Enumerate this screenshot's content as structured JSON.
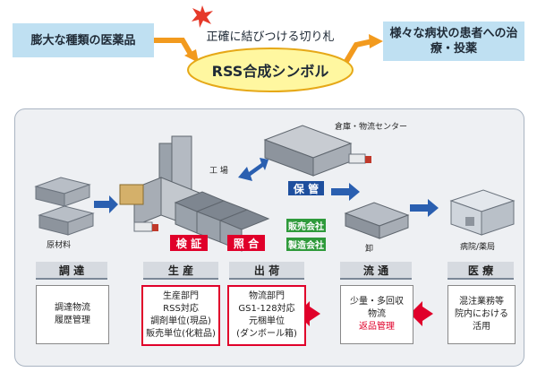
{
  "top": {
    "left_box": "膨大な種類の医薬品",
    "right_box": "様々な病状の患者への治療・投薬",
    "center_caption": "正確に結びつける切り札",
    "center_title": "RSS合成シンボル"
  },
  "scene": {
    "raw_materials": "原材料",
    "factory": "工 場",
    "warehouse": "倉庫・物流センター",
    "storage": "保 管",
    "sales_company": "販売会社",
    "manufacturer": "製造会社",
    "inspection": "検 証",
    "collation": "照 合",
    "wholesaler": "卸",
    "hospital": "病院/薬局"
  },
  "stages": [
    {
      "label": "調 達",
      "lines": [
        "調達物流",
        "履歴管理"
      ],
      "highlight": null
    },
    {
      "label": "生 産",
      "lines": [
        "生産部門",
        "RSS対応",
        "調剤単位(現品)",
        "販売単位(化粧品)"
      ],
      "highlight": null
    },
    {
      "label": "出 荷",
      "lines": [
        "物流部門",
        "GS1-128対応",
        "元梱単位",
        "(ダンボール箱)"
      ],
      "highlight": null
    },
    {
      "label": "流 通",
      "lines": [
        "少量・多回収",
        "物流"
      ],
      "highlight": "返品管理"
    },
    {
      "label": "医 療",
      "lines": [
        "混注業務等",
        "院内における",
        "活用"
      ],
      "highlight": null
    }
  ],
  "colors": {
    "top_box": "#bfe0f2",
    "ellipse": "#fff7a0",
    "orange_arrow": "#f29a1e",
    "blue_arrow": "#2a5fb0",
    "green_tag": "#2e9a3a",
    "red_tag": "#e0002a",
    "storage_tag": "#1e4f9e",
    "red_border": "#e0002a"
  }
}
